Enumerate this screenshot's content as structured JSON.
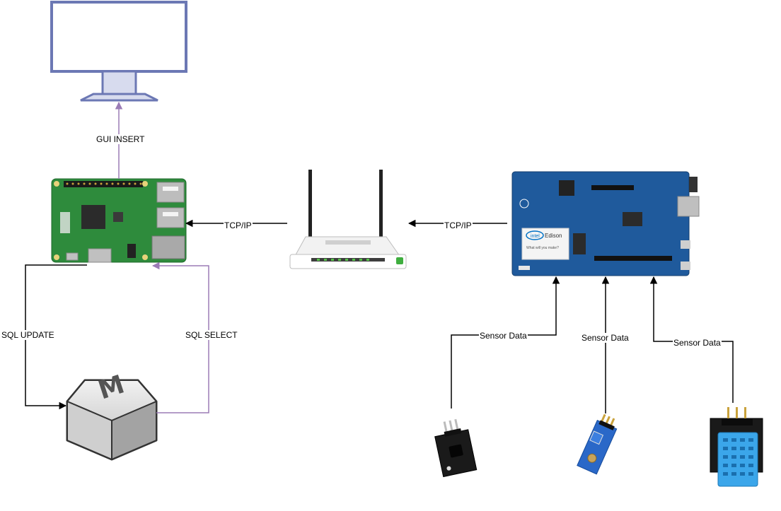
{
  "labels": {
    "gui_insert": "GUI INSERT",
    "tcp_ip_left": "TCP/IP",
    "tcp_ip_right": "TCP/IP",
    "sql_update": "SQL UPDATE",
    "sql_select": "SQL SELECT",
    "sensor_data_1": "Sensor Data",
    "sensor_data_2": "Sensor Data",
    "sensor_data_3": "Sensor Data"
  },
  "device_text": {
    "edison_brand": "intel",
    "edison_name": "Edison",
    "edison_tagline": "What will you make?",
    "db_letter": "M"
  },
  "colors": {
    "monitor_stroke": "#6c78b4",
    "monitor_stand": "#d7dbee",
    "purple_connector": "#9b7cb6",
    "black_connector": "#000000",
    "pi_board": "#2e8b3c",
    "edison_board": "#1f5a9c",
    "sensor_blue": "#2a68c8",
    "dht_cyan": "#3ba6ea"
  }
}
